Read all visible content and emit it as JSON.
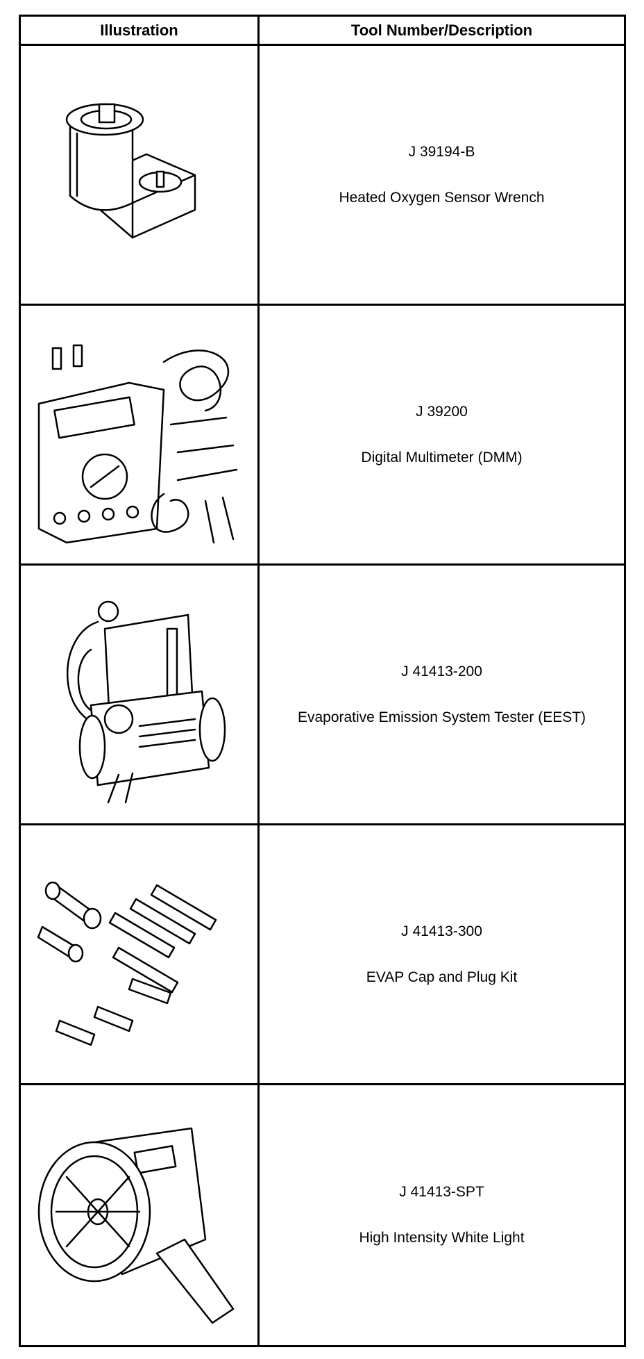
{
  "table": {
    "headers": {
      "illustration": "Illustration",
      "tool": "Tool Number/Description"
    },
    "rows": [
      {
        "number": "J 39194-B",
        "description": "Heated Oxygen Sensor Wrench",
        "icon": "oxygen-sensor-wrench-icon"
      },
      {
        "number": "J 39200",
        "description": "Digital Multimeter (DMM)",
        "icon": "digital-multimeter-icon"
      },
      {
        "number": "J 41413-200",
        "description": "Evaporative Emission System Tester (EEST)",
        "icon": "emission-tester-icon"
      },
      {
        "number": "J 41413-300",
        "description": "EVAP Cap and Plug Kit",
        "icon": "cap-plug-kit-icon"
      },
      {
        "number": "J 41413-SPT",
        "description": "High Intensity White Light",
        "icon": "spotlight-icon"
      }
    ]
  }
}
